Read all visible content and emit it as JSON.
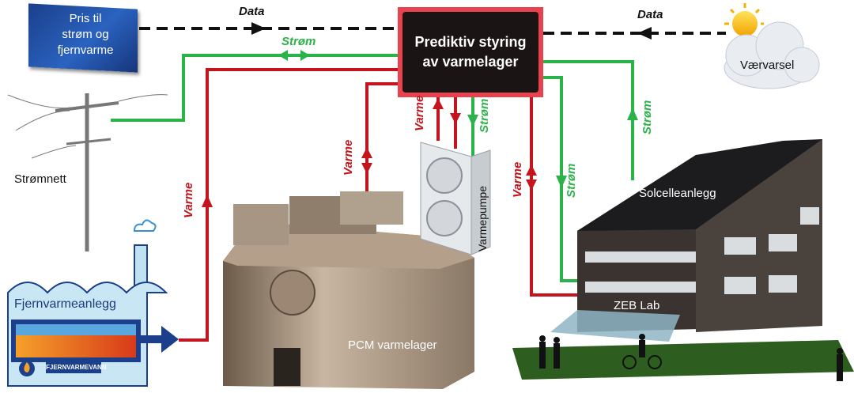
{
  "controller": {
    "line1": "Prediktiv styring",
    "line2": "av varmelager"
  },
  "price_sign": {
    "line1": "Pris til",
    "line2": "strøm og",
    "line3": "fjernvarme"
  },
  "weather": {
    "label": "Værvarsel"
  },
  "nodes": {
    "grid": "Strømnett",
    "district_heating_plant": "Fjernvarmeanlegg",
    "district_heating_tag": "FJERNVARMEVANN",
    "storage": "PCM varmelager",
    "heat_pump": "Varmepumpe",
    "solar": "Solcelleanlegg",
    "building": "ZEB Lab"
  },
  "flows": {
    "data_left": "Data",
    "data_right": "Data",
    "power_top": "Strøm",
    "power_heatpump": "Strøm",
    "power_building": "Strøm",
    "power_solar": "Strøm",
    "heat_plant": "Varme",
    "heat_storage": "Varme",
    "heat_heatpump": "Varme",
    "heat_building": "Varme"
  },
  "colors": {
    "data": "#111111",
    "power": "#2bb34a",
    "heat": "#c4141e",
    "controller_frame": "#e8424f"
  }
}
